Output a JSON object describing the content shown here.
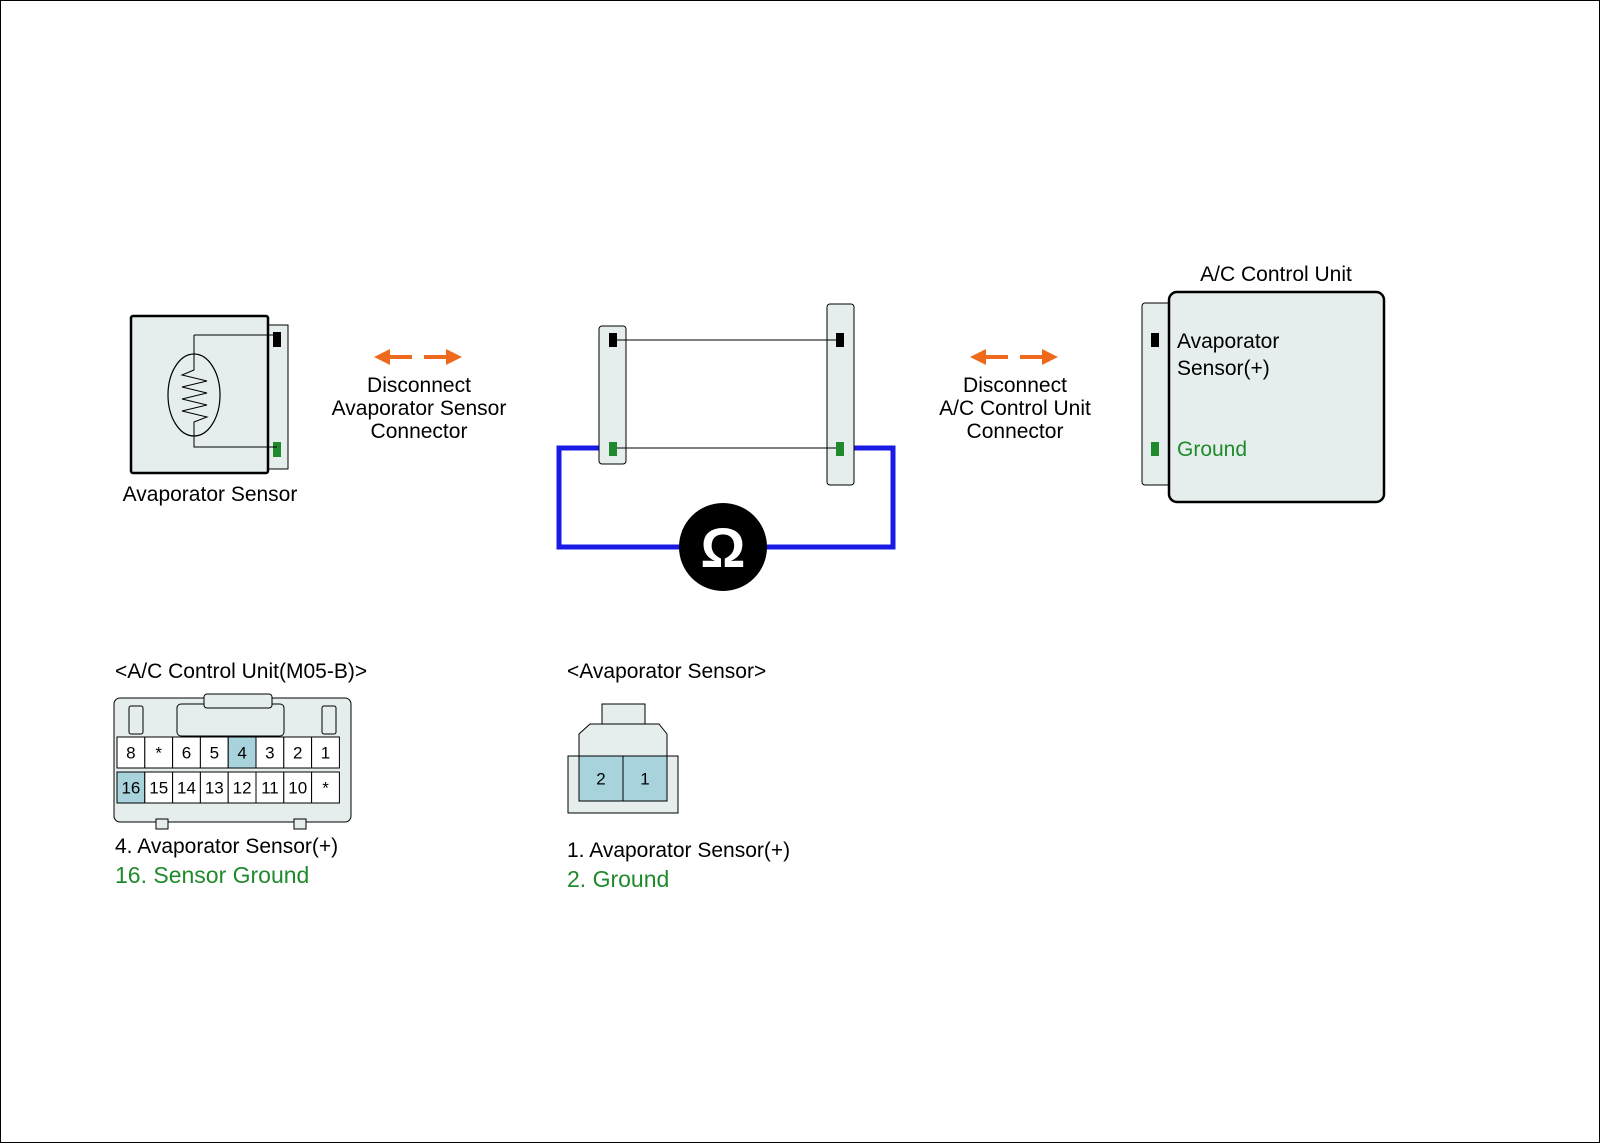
{
  "left_component": {
    "label": "Avaporator Sensor"
  },
  "left_arrow": {
    "line1": "Disconnect",
    "line2": "Avaporator Sensor",
    "line3": "Connector"
  },
  "meter": {
    "symbol": "Ω"
  },
  "right_arrow": {
    "line1": "Disconnect",
    "line2": "A/C Control Unit",
    "line3": "Connector"
  },
  "control_unit": {
    "title": "A/C Control Unit",
    "pin_top_line1": "Avaporator",
    "pin_top_line2": "Sensor(+)",
    "pin_bottom": "Ground"
  },
  "connector_acu": {
    "title": "<A/C Control Unit(M05-B)>",
    "row1": [
      "8",
      "*",
      "6",
      "5",
      "4",
      "3",
      "2",
      "1"
    ],
    "row2": [
      "16",
      "15",
      "14",
      "13",
      "12",
      "11",
      "10",
      "*"
    ],
    "highlighted": [
      "4",
      "16"
    ],
    "legend1": "4. Avaporator Sensor(+)",
    "legend2": "16. Sensor Ground"
  },
  "connector_sensor": {
    "title": "<Avaporator Sensor>",
    "pins": [
      "2",
      "1"
    ],
    "legend1": "1. Avaporator Sensor(+)",
    "legend2": "2. Ground"
  },
  "colors": {
    "arrow": "#f06a1e",
    "meter_wire": "#1a1ae6",
    "pin_ground": "#1f8a2b",
    "pin_signal": "#000000",
    "connector_fill": "#e6eded",
    "pin_highlight": "#a9d3dc"
  }
}
